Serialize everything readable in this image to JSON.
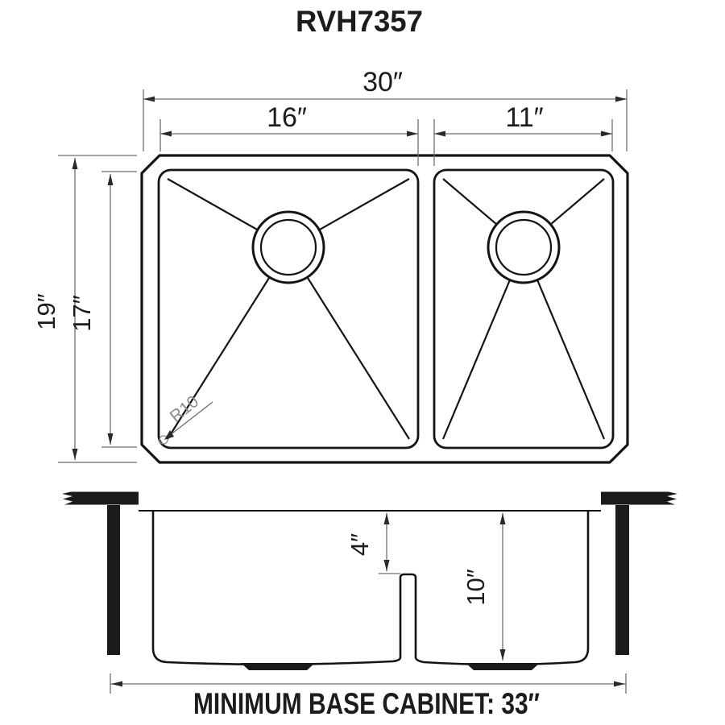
{
  "title": "RVH7357",
  "top_view": {
    "overall_width": "30″",
    "left_bowl_width": "16″",
    "right_bowl_width": "11″",
    "overall_front_to_back": "19″",
    "bowl_front_to_back": "17″",
    "corner_radius_label": "R10"
  },
  "side_view": {
    "reveal_to_divider_depth": "4″",
    "bowl_depth": "10″"
  },
  "footer_label": "MINIMUM BASE CABINET: 33″",
  "colors": {
    "drawing_line": "#141414",
    "dimension_line": "#6e6e6e",
    "radius_label": "#8c8c8c",
    "solid_fill": "#1a1a1a"
  }
}
